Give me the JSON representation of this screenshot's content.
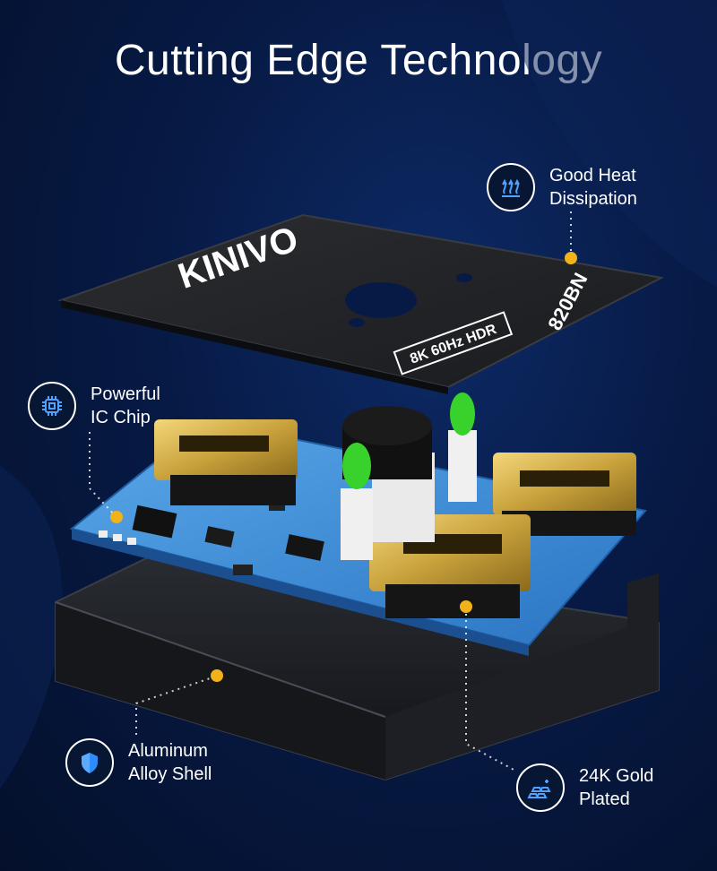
{
  "title": "Cutting Edge Technology",
  "board": {
    "brand": "KINIVO",
    "model": "820BN",
    "spec": "8K 60Hz HDR"
  },
  "callouts": {
    "heat": {
      "line1": "Good Heat",
      "line2": "Dissipation",
      "icon": "heat-waves-icon"
    },
    "chip": {
      "line1": "Powerful",
      "line2": "IC Chip",
      "icon": "chip-icon"
    },
    "shell": {
      "line1": "Aluminum",
      "line2": "Alloy Shell",
      "icon": "shield-icon"
    },
    "gold": {
      "line1": "24K Gold",
      "line2": "Plated",
      "icon": "gold-bars-icon"
    }
  },
  "colors": {
    "background": "#071a45",
    "accent_dot": "#f2b21a",
    "pcb": "#3a8fd9",
    "gold": "#c9a23c",
    "led": "#39d12c"
  }
}
